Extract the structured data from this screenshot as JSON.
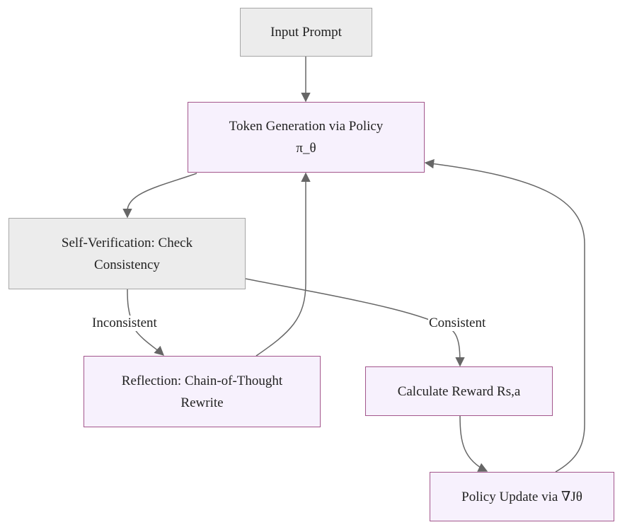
{
  "colors": {
    "process_fill": "#f7f1fd",
    "process_border": "#a3568c",
    "neutral_fill": "#ececec",
    "neutral_border": "#a6a6a6",
    "edge": "#666666"
  },
  "nodes": {
    "input_prompt": {
      "line1": "Input Prompt"
    },
    "token_generation": {
      "line1": "Token Generation via Policy",
      "line2": "π_θ"
    },
    "self_verification": {
      "line1": "Self-Verification: Check",
      "line2": "Consistency"
    },
    "reflection": {
      "line1": "Reflection: Chain-of-Thought",
      "line2": "Rewrite"
    },
    "calculate_reward": {
      "line1": "Calculate Reward Rs,a"
    },
    "policy_update": {
      "line1": "Policy Update via ∇Jθ"
    }
  },
  "edges": {
    "inconsistent_label": "Inconsistent",
    "consistent_label": "Consistent"
  }
}
